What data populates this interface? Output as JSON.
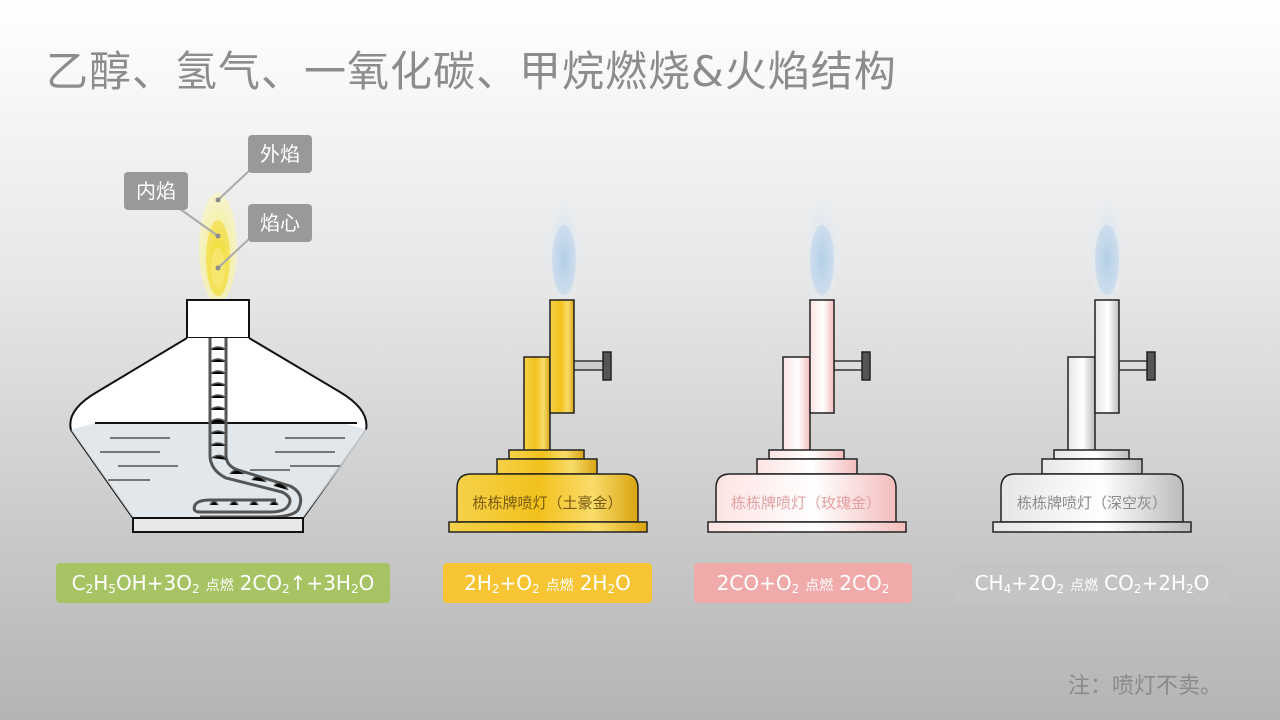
{
  "title": "乙醇、氢气、一氧化碳、甲烷燃烧&火焰结构",
  "flame_labels": {
    "outer": "外焰",
    "inner": "内焰",
    "core": "焰心"
  },
  "lamps": [
    {
      "name": "栋栋牌喷灯（土豪金）",
      "color": "#f4c62e"
    },
    {
      "name": "栋栋牌喷灯（玫瑰金）",
      "color": "#f2b3b3"
    },
    {
      "name": "栋栋牌喷灯（深空灰）",
      "color": "#bdbdbd"
    }
  ],
  "equations": [
    {
      "r1": "C",
      "r1s": "2",
      "r2": "H",
      "r2s": "5",
      "r3": "OH+3O",
      "r3s": "2",
      "cond": "点燃",
      "p1": "2CO",
      "p1s": "2",
      "p2": "↑+3H",
      "p2s": "2",
      "p3": "O",
      "color": "#a6c464"
    },
    {
      "r1": "2H",
      "r1s": "2",
      "r2": "+O",
      "r2s": "2",
      "cond": "点燃",
      "p1": "2H",
      "p1s": "2",
      "p2": "O",
      "color": "#f7c534"
    },
    {
      "r1": "2CO+O",
      "r1s": "2",
      "cond": "点燃",
      "p1": "2CO",
      "p1s": "2",
      "color": "#f0aaaa"
    },
    {
      "r1": "CH",
      "r1s": "4",
      "r2": "+2O",
      "r2s": "2",
      "cond": "点燃",
      "p1": "CO",
      "p1s": "2",
      "p2": "+2H",
      "p2s": "2",
      "p3": "O",
      "color": "#c4c4c4"
    }
  ],
  "note": "注：喷灯不卖。"
}
